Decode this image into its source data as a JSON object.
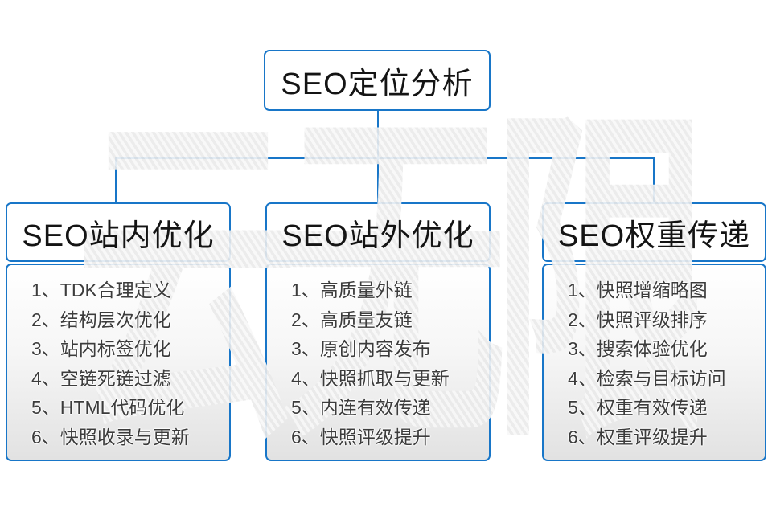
{
  "diagram": {
    "root": {
      "label": "SEO定位分析"
    },
    "branches": [
      {
        "title": "SEO站内优化",
        "items": [
          "1、TDK合理定义",
          "2、结构层次优化",
          "3、站内标签优化",
          "4、空链死链过滤",
          "5、HTML代码优化",
          "6、快照收录与更新"
        ]
      },
      {
        "title": "SEO站外优化",
        "items": [
          "1、高质量外链",
          "2、高质量友链",
          "3、原创内容发布",
          "4、快照抓取与更新",
          "5、内连有效传递",
          "6、快照评级提升"
        ]
      },
      {
        "title": "SEO权重传递",
        "items": [
          "1、快照增缩略图",
          "2、快照评级排序",
          "3、搜索体验优化",
          "4、检索与目标访问",
          "5、权重有效传递",
          "6、权重评级提升"
        ]
      }
    ],
    "watermark": "云无限",
    "colors": {
      "connector_and_border": "#1876c8",
      "header_text": "#141414",
      "item_text": "#3c3c3c",
      "list_fill_top": "#ffffff",
      "list_fill_bottom": "#e2e2e2",
      "watermark_gray": "#eaeaea"
    }
  }
}
